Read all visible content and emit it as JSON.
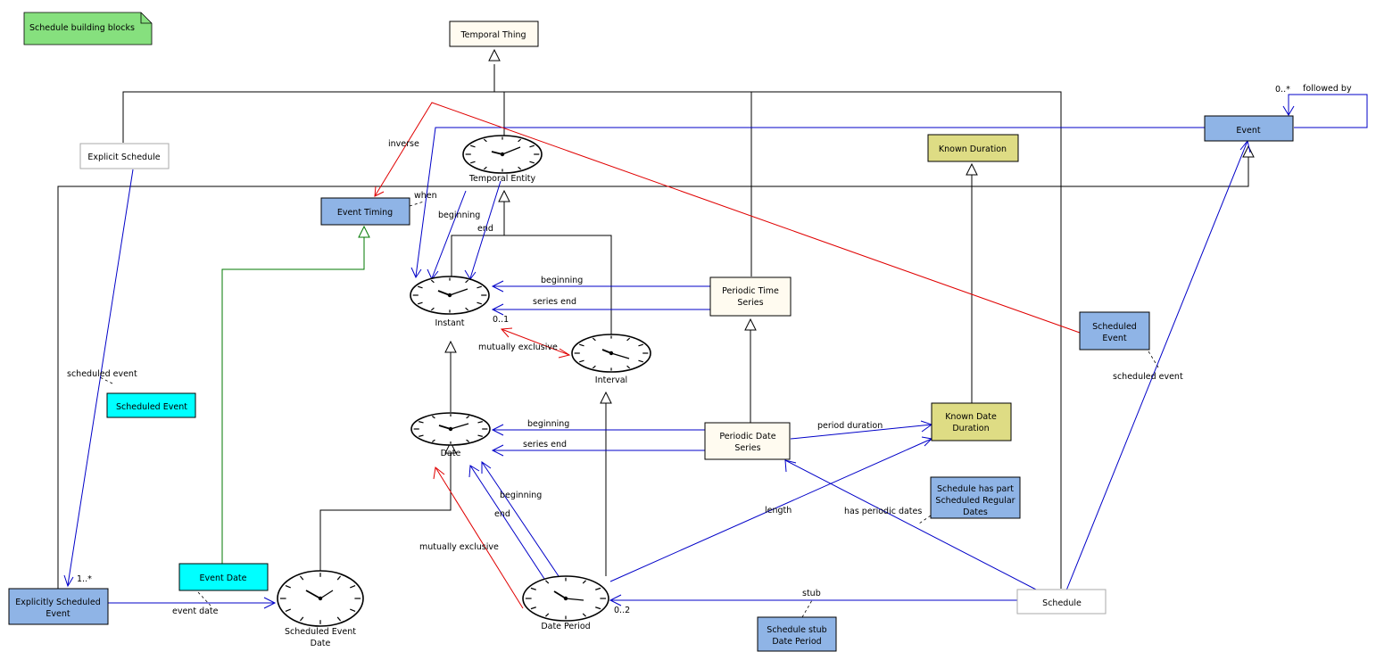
{
  "note": {
    "text": "Schedule building blocks",
    "fill": "#86e07e"
  },
  "colors": {
    "blue": "#8fb4e6",
    "beige": "#fffbf0",
    "olive": "#dedc84",
    "cyan": "#00ffff",
    "white": "#ffffff",
    "assoc": "#0000c8",
    "inverse": "#e00000",
    "green": "#007800"
  },
  "boxes": {
    "temporal_thing": [
      "Temporal Thing"
    ],
    "explicit_schedule": [
      "Explicit Schedule"
    ],
    "event": [
      "Event"
    ],
    "known_duration": [
      "Known Duration"
    ],
    "event_timing": [
      "Event Timing"
    ],
    "periodic_time_series": [
      "Periodic Time",
      "Series"
    ],
    "scheduled_event_right": [
      "Scheduled",
      "Event"
    ],
    "scheduled_event_note": [
      "Scheduled Event"
    ],
    "periodic_date_series": [
      "Periodic Date",
      "Series"
    ],
    "known_date_duration": [
      "Known Date",
      "Duration"
    ],
    "schedule_has_part": [
      "Schedule has part",
      "Scheduled Regular",
      "Dates"
    ],
    "event_date": [
      "Event Date"
    ],
    "explicitly_scheduled_event": [
      "Explicitly Scheduled",
      "Event"
    ],
    "schedule": [
      "Schedule"
    ],
    "schedule_stub": [
      "Schedule stub",
      "Date Period"
    ]
  },
  "clocks": {
    "temporal_entity": [
      "Temporal Entity"
    ],
    "instant": [
      "Instant"
    ],
    "interval": [
      "Interval"
    ],
    "date": [
      "Date"
    ],
    "scheduled_event_date": [
      "Scheduled Event",
      "Date"
    ],
    "date_period": [
      "Date Period"
    ]
  },
  "labels": {
    "inverse": "inverse",
    "when": "when",
    "beginning_te": "beginning",
    "end_te": "end",
    "followed_by": "followed by",
    "mult_0_star": "0..*",
    "beginning_pts": "beginning",
    "series_end_pts": "series end",
    "mult_0_1": "0..1",
    "mutually_exclusive_1": "mutually exclusive",
    "scheduled_event_left": "scheduled event",
    "scheduled_event_right": "scheduled event",
    "beginning_pds": "beginning",
    "series_end_pds": "series end",
    "period_duration": "period duration",
    "beginning_dp": "beginning",
    "end_dp": "end",
    "length": "length",
    "has_periodic_dates": "has periodic dates",
    "mutually_exclusive_2": "mutually exclusive",
    "mult_1_star": "1..*",
    "event_date": "event date",
    "stub": "stub",
    "mult_0_2": "0..2"
  }
}
